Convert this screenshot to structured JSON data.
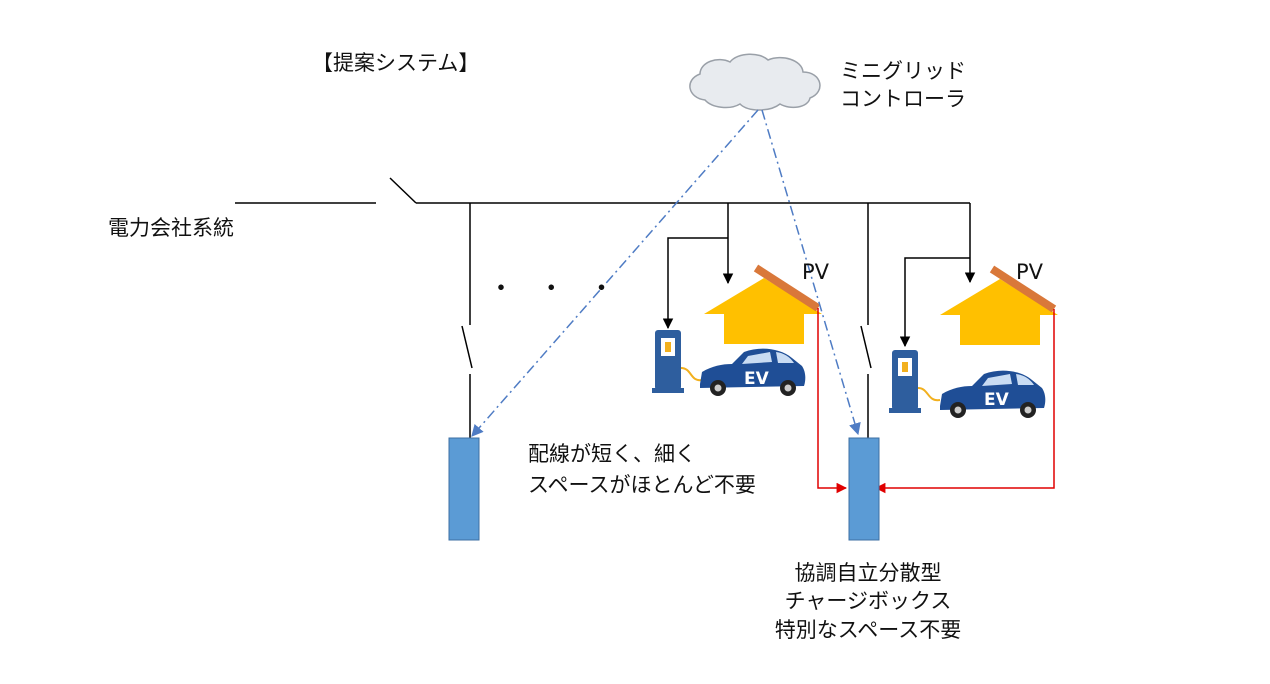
{
  "title": "【提案システム】",
  "grid_label": "電力会社系統",
  "controller": {
    "line1": "ミニグリッド",
    "line2": "コントローラ"
  },
  "dots": "・ ・ ・",
  "pv_label": "PV",
  "ev_label": "EV",
  "wiring_note": {
    "line1": "配線が短く、細く",
    "line2": "スペースがほとんど不要"
  },
  "chargebox_note": {
    "line1": "協調自立分散型",
    "line2": "チャージボックス",
    "line3": "特別なスペース不要"
  },
  "colors": {
    "cloud_fill": "#e8ebef",
    "comm_line": "#4f7cc4",
    "feed_line": "#e00000",
    "box_fill": "#5b9bd5",
    "house_fill": "#ffc000",
    "roof_panel": "#d9783a",
    "car": "#1f4e96",
    "charger": "#2e5e9e"
  }
}
